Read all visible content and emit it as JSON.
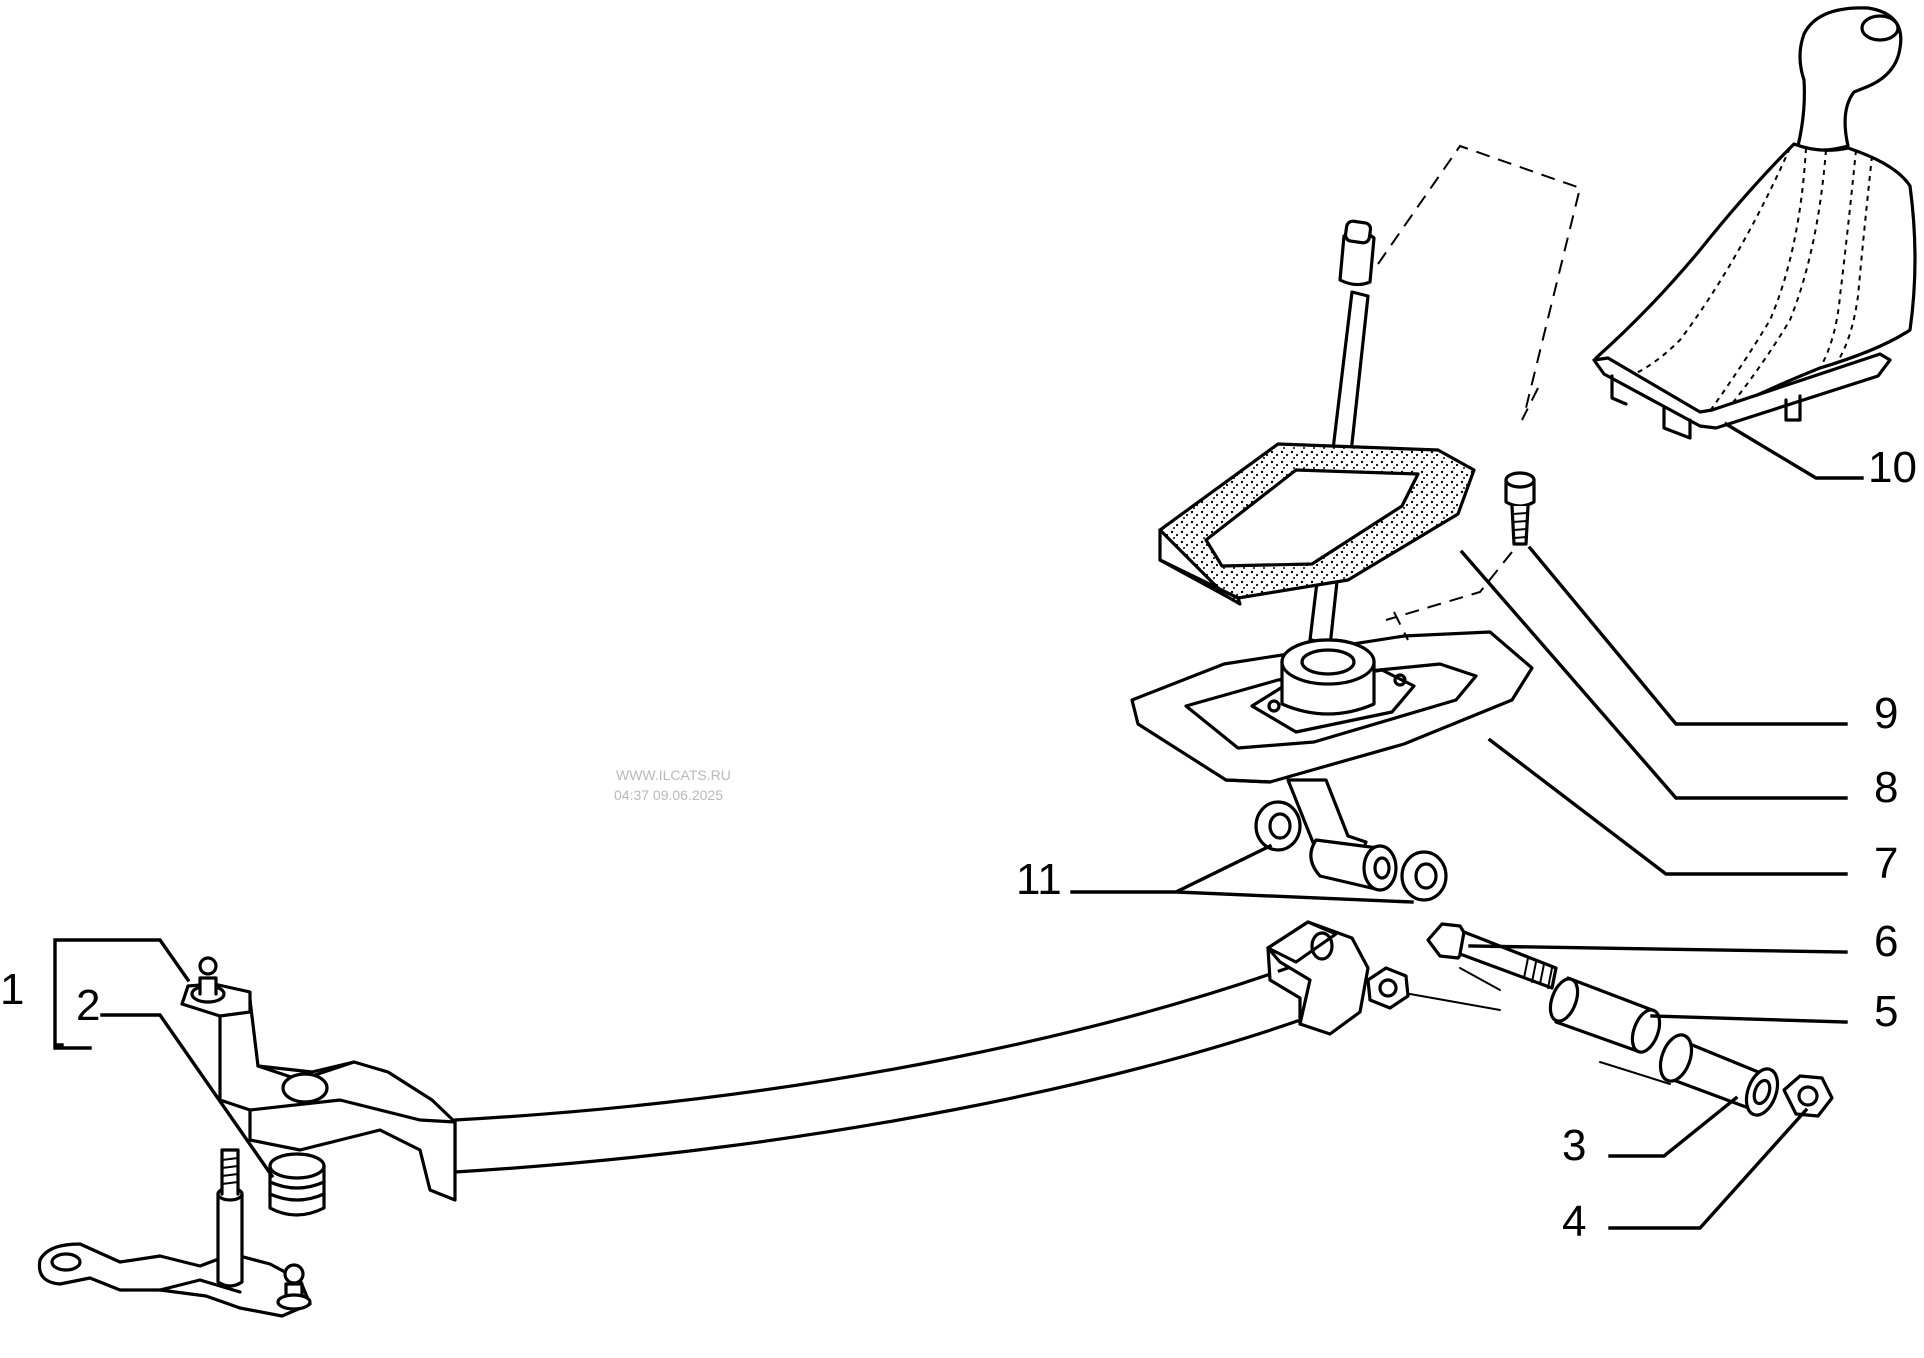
{
  "watermark": {
    "line1": "WWW.ILCATS.RU",
    "line2": "04:37 09.06.2025"
  },
  "callouts": [
    {
      "id": "1",
      "label": "1"
    },
    {
      "id": "2",
      "label": "2"
    },
    {
      "id": "3",
      "label": "3"
    },
    {
      "id": "4",
      "label": "4"
    },
    {
      "id": "5",
      "label": "5"
    },
    {
      "id": "6",
      "label": "6"
    },
    {
      "id": "7",
      "label": "7"
    },
    {
      "id": "8",
      "label": "8"
    },
    {
      "id": "9",
      "label": "9"
    },
    {
      "id": "10",
      "label": "10"
    },
    {
      "id": "11",
      "label": "11"
    }
  ]
}
